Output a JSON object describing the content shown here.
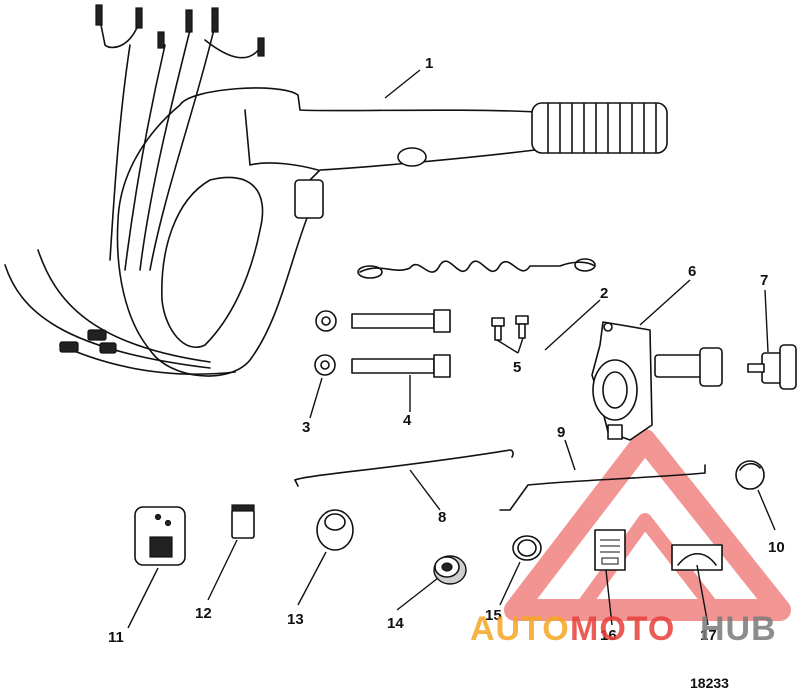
{
  "figure_id": "18233",
  "callouts": [
    {
      "label": "1"
    },
    {
      "label": "2"
    },
    {
      "label": "3"
    },
    {
      "label": "4"
    },
    {
      "label": "5"
    },
    {
      "label": "6"
    },
    {
      "label": "7"
    },
    {
      "label": "8"
    },
    {
      "label": "9"
    },
    {
      "label": "10"
    },
    {
      "label": "11"
    },
    {
      "label": "12"
    },
    {
      "label": "13"
    },
    {
      "label": "14"
    },
    {
      "label": "15"
    },
    {
      "label": "16"
    },
    {
      "label": "17"
    }
  ],
  "watermark": {
    "brand_part1": "AUTO",
    "brand_part2": "MOTO",
    "brand_part3": "HUB",
    "color_orange": "#f5a623",
    "color_red": "#e8403a",
    "color_grey": "#7a7a7a"
  }
}
